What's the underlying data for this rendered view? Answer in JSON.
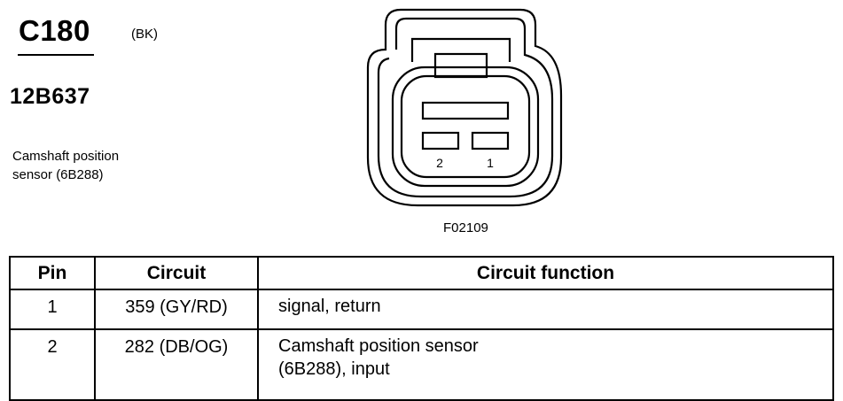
{
  "header": {
    "connector_id": "C180",
    "color_code": "(BK)",
    "part_number": "12B637",
    "component_line1": "Camshaft position",
    "component_line2": "sensor (6B288)"
  },
  "connector": {
    "pin_labels": [
      "2",
      "1"
    ],
    "figure_id": "F02109"
  },
  "table": {
    "headers": [
      "Pin",
      "Circuit",
      "Circuit function"
    ],
    "rows": [
      {
        "pin": "1",
        "circuit": "359 (GY/RD)",
        "function_lines": [
          "signal, return"
        ]
      },
      {
        "pin": "2",
        "circuit": "282 (DB/OG)",
        "function_lines": [
          "Camshaft position sensor",
          "(6B288), input"
        ]
      }
    ]
  }
}
